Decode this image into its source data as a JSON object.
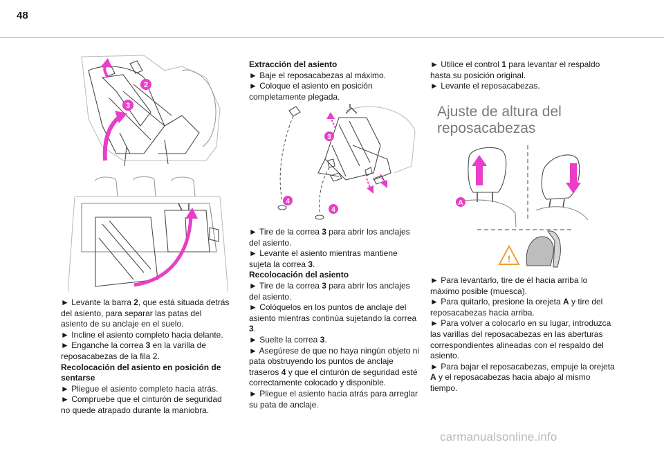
{
  "page": {
    "number": "48"
  },
  "col1": {
    "para1_pre": "► Levante la barra ",
    "para1_b": "2",
    "para1_post": ", que está situada detrás del asiento, para separar las patas del asiento de su anclaje en el suelo.",
    "para2": "► Incline el asiento completo hacia delante.",
    "para3_pre": "► Enganche la correa ",
    "para3_b": "3",
    "para3_post": " en la varilla de reposacabezas de la fila 2.",
    "heading": "Recolocación del asiento en posición de sentarse",
    "para4": "► Pliegue el asiento completo hacia atrás.",
    "para5": "► Compruebe que el cinturón de seguridad no quede atrapado durante la maniobra."
  },
  "col2": {
    "heading1": "Extracción del asiento",
    "p1": "► Baje el reposacabezas al máximo.",
    "p2": "► Coloque el asiento en posición completamente plegada.",
    "p3_pre": "► Tire de la correa ",
    "p3_b": "3",
    "p3_post": " para abrir los anclajes del asiento.",
    "p4_pre": "► Levante el asiento mientras mantiene sujeta la correa ",
    "p4_b": "3",
    "p4_post": ".",
    "heading2": "Recolocación del asiento",
    "p5_pre": "► Tire de la correa ",
    "p5_b": "3",
    "p5_post": " para abrir los anclajes del asiento.",
    "p6_pre": "► Colóquelos en los puntos de anclaje del asiento mientras continúa sujetando la correa ",
    "p6_b": "3",
    "p6_post": ".",
    "p7_pre": "► Suelte la correa ",
    "p7_b": "3",
    "p7_post": ".",
    "p8_pre": "► Asegúrese de que no haya ningún objeto ni pata obstruyendo los puntos de anclaje traseros ",
    "p8_b": "4",
    "p8_post": " y que el cinturón de seguridad esté correctamente colocado y disponible.",
    "p9": "► Pliegue el asiento hacia atrás para arreglar su pata de anclaje."
  },
  "col3": {
    "p1_pre": "► Utilice el control ",
    "p1_b": "1",
    "p1_post": " para levantar el respaldo hasta su posición original.",
    "p2": "► Levante el reposacabezas.",
    "section_title": "Ajuste de altura del reposacabezas",
    "p3": "► Para levantarlo, tire de él hacia arriba lo máximo posible (muesca).",
    "p4_pre": "► Para quitarlo, presione la orejeta  ",
    "p4_b": "A",
    "p4_post": " y tire del reposacabezas hacia arriba.",
    "p5": "► Para volver a colocarlo en su lugar, introduzca las varillas del reposacabezas en las aberturas correspondientes alineadas con el respaldo del asiento.",
    "p6_pre": "► Para bajar el reposacabezas, empuje la orejeta ",
    "p6_b": "A",
    "p6_post": " y el reposacabezas hacia abajo al mismo tiempo."
  },
  "callouts": {
    "two": "2",
    "three": "3",
    "four": "4",
    "a": "A"
  },
  "warning_mark": "!",
  "watermark": "carmanualsonline.info",
  "colors": {
    "accent": "#e83ec8",
    "line": "#4a4a4a",
    "warning": "#f0a030"
  }
}
